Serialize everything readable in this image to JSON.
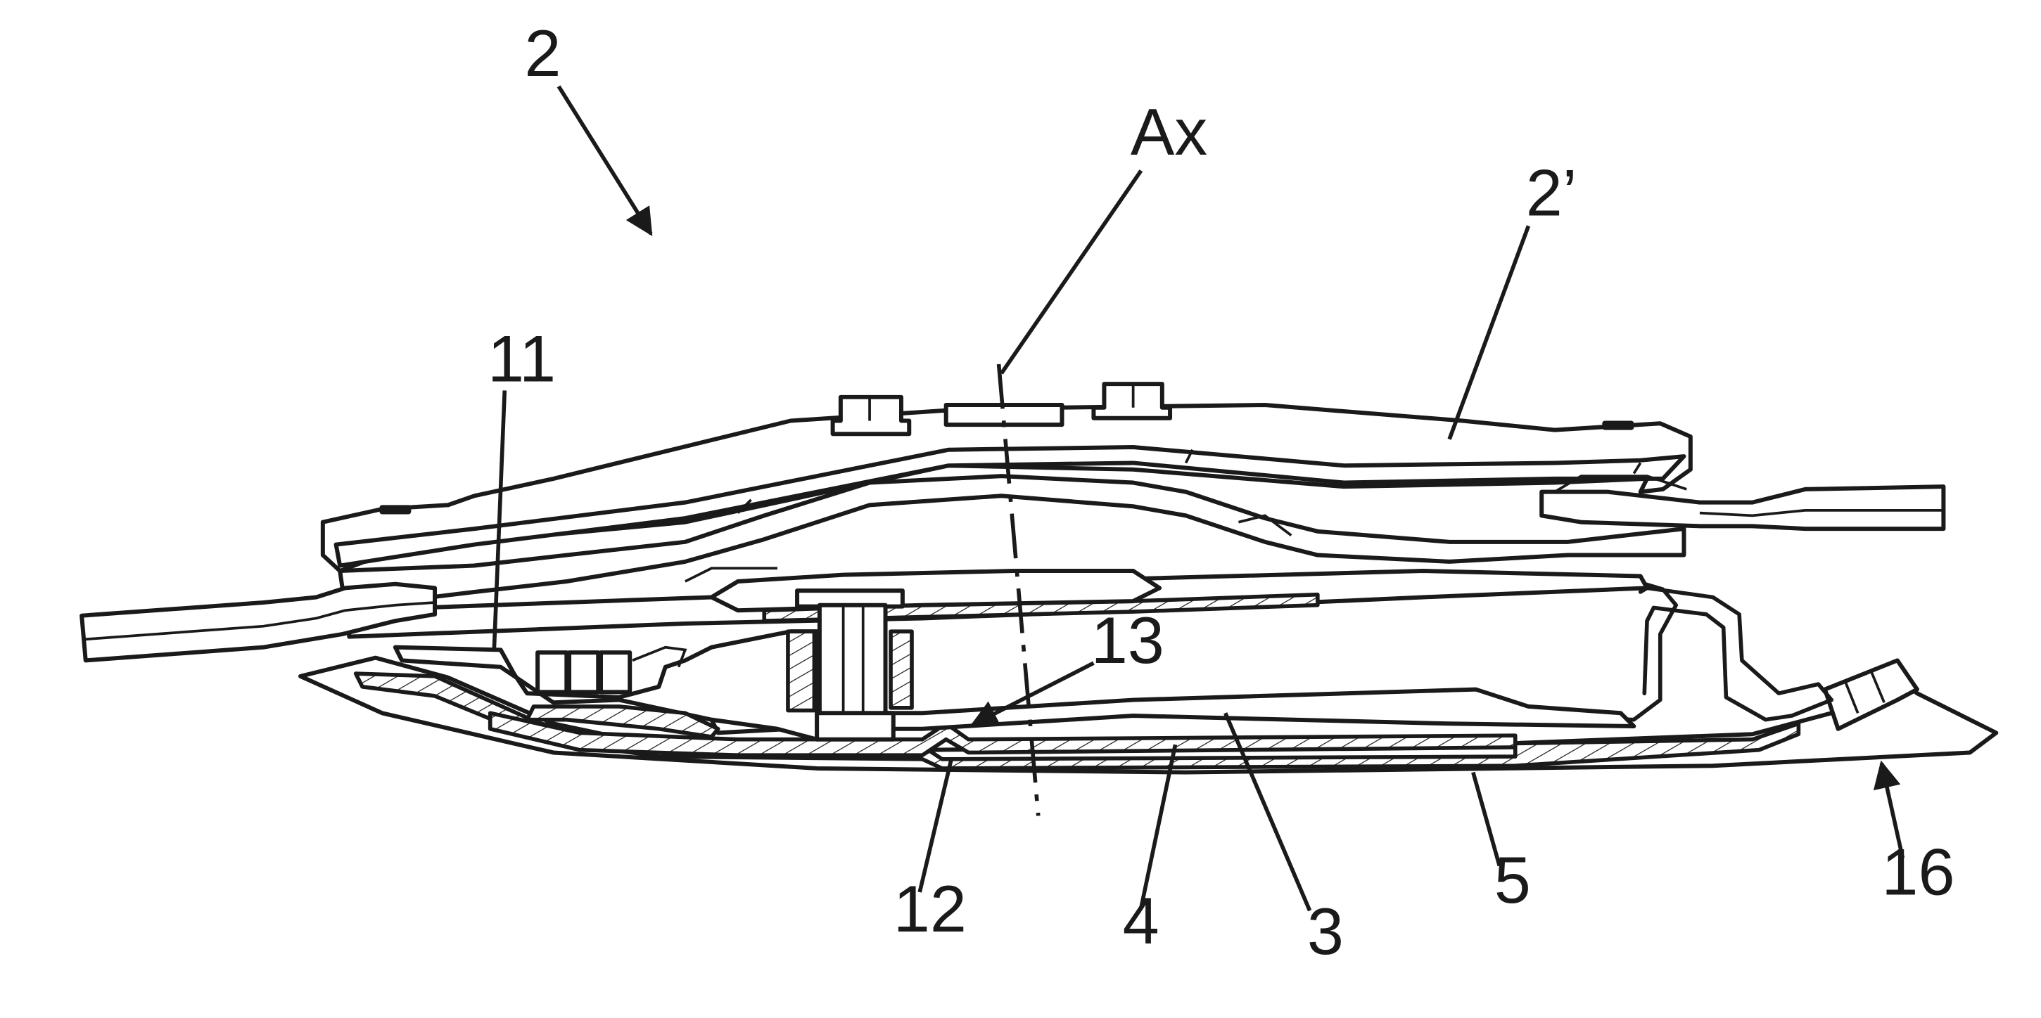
{
  "figure": {
    "labels": {
      "assembly": "2",
      "axis": "Ax",
      "part_2prime": "2’",
      "part_11": "11",
      "part_13": "13",
      "part_12": "12",
      "part_4": "4",
      "part_3": "3",
      "part_5": "5",
      "part_16": "16"
    },
    "colors": {
      "line": "#1a1a1a",
      "background": "#ffffff"
    }
  }
}
